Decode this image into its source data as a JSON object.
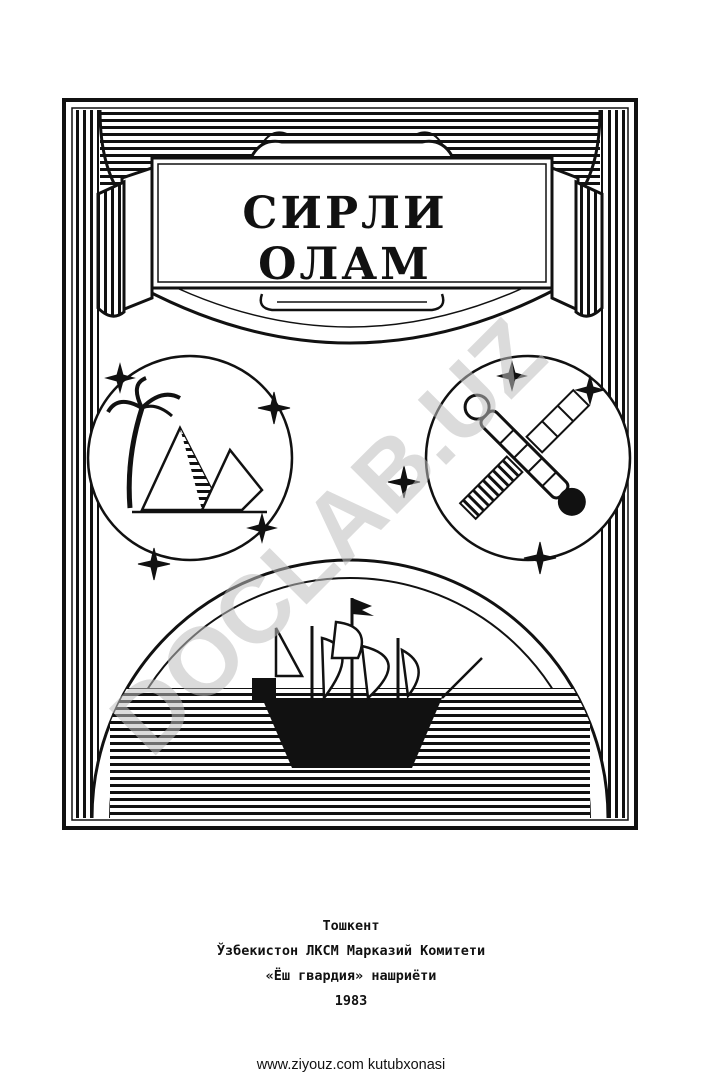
{
  "cover": {
    "title": "СИРЛИ ОЛАМ"
  },
  "imprint": {
    "city": "Тошкент",
    "publisher_org": "Ўзбекистон ЛКСМ Марказий Комитети",
    "publisher": "«Ёш гвардия» нашриёти",
    "year": "1983"
  },
  "watermark": {
    "text": "DOCLAB.UZ",
    "color": "#bdbdbd"
  },
  "footer": {
    "url": "www.ziyouz.com kutubxonasi"
  },
  "colors": {
    "ink": "#111111",
    "paper": "#ffffff"
  }
}
